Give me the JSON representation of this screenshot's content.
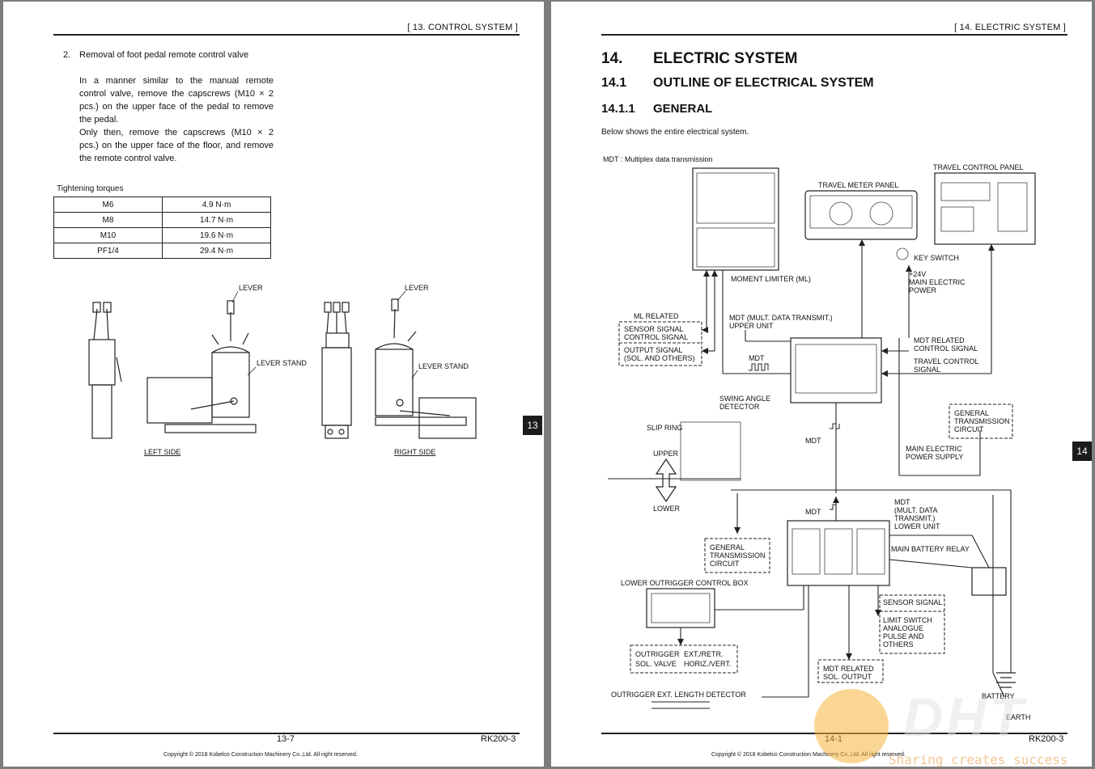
{
  "left": {
    "header": "[ 13. CONTROL SYSTEM ]",
    "step_number": "2.",
    "step_title": "Removal of foot pedal remote control valve",
    "body_lines": [
      "In a manner similar to the manual remote",
      "control valve, remove the capscrews (M10 × 2",
      "pcs.) on the upper face of the pedal to remove",
      "the pedal.",
      "Only then, remove the capscrews (M10 × 2",
      "pcs.) on the upper face of the floor, and remove",
      "the remote control valve."
    ],
    "table_caption": "Tightening torques",
    "torques": [
      {
        "size": "M6",
        "torque": "4.9 N·m"
      },
      {
        "size": "M8",
        "torque": "14.7 N·m"
      },
      {
        "size": "M10",
        "torque": "19.6 N·m"
      },
      {
        "size": "PF1/4",
        "torque": "29.4 N·m"
      }
    ],
    "figure_labels": {
      "lever_1": "LEVER",
      "lever_stand_1": "LEVER STAND",
      "left_side": "LEFT SIDE",
      "lever_2": "LEVER",
      "lever_stand_2": "LEVER STAND",
      "right_side": "RIGHT SIDE"
    },
    "side_tab": "13",
    "page_number": "13-7",
    "model": "RK200-3",
    "copyright": "Copyright © 2018 Kobelco Construction Machinery Co.,Ltd. All right reserved."
  },
  "right": {
    "header": "[ 14. ELECTRIC SYSTEM ]",
    "h1_num": "14.",
    "h1_title": "ELECTRIC SYSTEM",
    "h2_num": "14.1",
    "h2_title": "OUTLINE OF ELECTRICAL SYSTEM",
    "h3_num": "14.1.1",
    "h3_title": "GENERAL",
    "intro": "Below shows the entire electrical system.",
    "diagram": {
      "mdt_note": "MDT : Multiplex data transmission",
      "travel_meter_panel": "TRAVEL METER PANEL",
      "travel_control_panel": "TRAVEL CONTROL PANEL",
      "key_switch": "KEY SWITCH",
      "moment_limiter": "MOMENT LIMITER (ML)",
      "power_24v": [
        "+24V",
        "MAIN ELECTRIC",
        "POWER"
      ],
      "ml_related": "ML RELATED",
      "sensor_control": [
        "SENSOR SIGNAL",
        "CONTROL SIGNAL"
      ],
      "output_signal": [
        "OUTPUT SIGNAL",
        "(SOL. AND OTHERS)"
      ],
      "mdt_upper": [
        "MDT (MULT. DATA TRANSMIT.)",
        "UPPER UNIT"
      ],
      "mdt_label": "MDT",
      "mdt_related_control": [
        "MDT RELATED",
        "CONTROL SIGNAL"
      ],
      "travel_control_signal": [
        "TRAVEL CONTROL",
        "SIGNAL"
      ],
      "swing_angle": [
        "SWING ANGLE",
        "DETECTOR"
      ],
      "slip_ring": "SLIP RING",
      "upper": "UPPER",
      "lower": "LOWER",
      "general_trans_1": [
        "GENERAL",
        "TRANSMISSION",
        "CIRCUIT"
      ],
      "main_power_supply": [
        "MAIN ELECTRIC",
        "POWER SUPPLY"
      ],
      "mdt_lower": [
        "MDT",
        "(MULT. DATA",
        "TRANSMIT.)",
        "LOWER UNIT"
      ],
      "general_trans_2": [
        "GENERAL",
        "TRANSMISSION",
        "CIRCUIT"
      ],
      "main_battery_relay": "MAIN BATTERY RELAY",
      "lower_outrigger_box": "LOWER OUTRIGGER CONTROL BOX",
      "sensor_signal": "SENSOR SIGNAL",
      "limit_switch": [
        "LIMIT SWITCH",
        "ANALOGUE",
        "PULSE AND",
        "OTHERS"
      ],
      "outrigger_sol": [
        "OUTRIGGER",
        "SOL. VALVE"
      ],
      "ext_retr": [
        "EXT./RETR.",
        "HORIZ./VERT."
      ],
      "mdt_related_sol": [
        "MDT RELATED",
        "SOL. OUTPUT"
      ],
      "outrigger_length": "OUTRIGGER EXT. LENGTH DETECTOR",
      "battery": "BATTERY",
      "earth": "EARTH"
    },
    "side_tab": "14",
    "page_number": "14-1",
    "model": "RK200-3",
    "copyright": "Copyright © 2018 Kobelco Construction Machinery Co.,Ltd. All right reserved."
  },
  "watermark": {
    "logo_text": "DHT",
    "tagline": "Sharing creates success"
  }
}
